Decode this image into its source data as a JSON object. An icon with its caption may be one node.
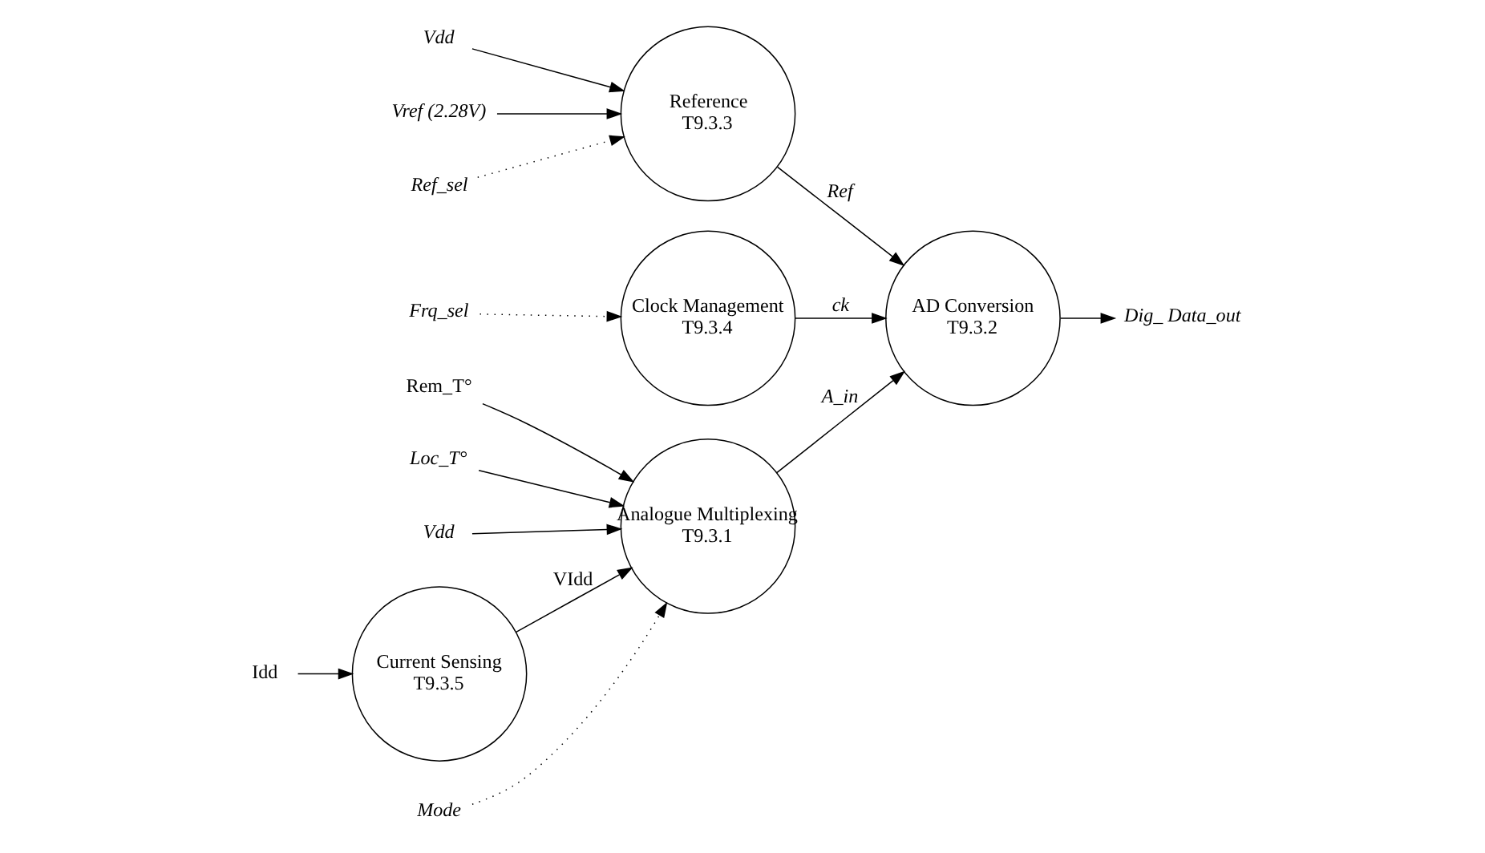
{
  "diagram": {
    "nodes": [
      {
        "text": [
          "Rem_T°"
        ]
      },
      {
        "text": [
          "Analogue Multiplexing",
          "T9.3.1"
        ]
      },
      {
        "text": [
          "Loc_T°"
        ]
      },
      {
        "text": [
          "Vdd"
        ]
      },
      {
        "text": [
          "AD Conversion",
          "T9.3.2"
        ]
      },
      {
        "text": [
          "Vdd"
        ]
      },
      {
        "text": [
          "Dig_ Data_out"
        ]
      },
      {
        "text": [
          "Current Sensing",
          "T9.3.5"
        ]
      },
      {
        "text": [
          "Reference",
          "T9.3.3"
        ]
      },
      {
        "text": [
          "Vref (2.28V)"
        ]
      },
      {
        "text": [
          "Clock Management",
          "T9.3.4"
        ]
      },
      {
        "text": [
          "Idd"
        ]
      },
      {
        "text": [
          "Ref_sel"
        ]
      },
      {
        "text": [
          "Mode"
        ]
      },
      {
        "text": [
          "Frq_sel"
        ]
      }
    ],
    "edges": [
      {
        "from": 0,
        "to": 1,
        "arrow": "to"
      },
      {
        "from": 2,
        "to": 1,
        "arrow": "to"
      },
      {
        "from": 3,
        "to": 1,
        "arrow": "to"
      },
      {
        "from": 11,
        "to": 7,
        "arrow": "to"
      },
      {
        "from": 7,
        "to": 1,
        "arrow": "to",
        "label": "VIdd"
      },
      {
        "from": 1,
        "to": 4,
        "arrow": "to",
        "label": "A_in"
      },
      {
        "from": 4,
        "to": 6,
        "arrow": "to"
      },
      {
        "from": 5,
        "to": 8,
        "arrow": "to"
      },
      {
        "from": 8,
        "to": 4,
        "arrow": "to",
        "label": "Ref"
      },
      {
        "from": 9,
        "to": 8,
        "arrow": "to"
      },
      {
        "from": 10,
        "to": 4,
        "arrow": "to",
        "label": "ck"
      },
      {
        "from": 13,
        "to": 1,
        "arrow": "to",
        "style": "dashed"
      },
      {
        "from": 12,
        "to": 8,
        "arrow": "to",
        "style": "dashed"
      },
      {
        "from": 14,
        "to": 10,
        "arrow": "to",
        "style": "dashed"
      }
    ]
  }
}
